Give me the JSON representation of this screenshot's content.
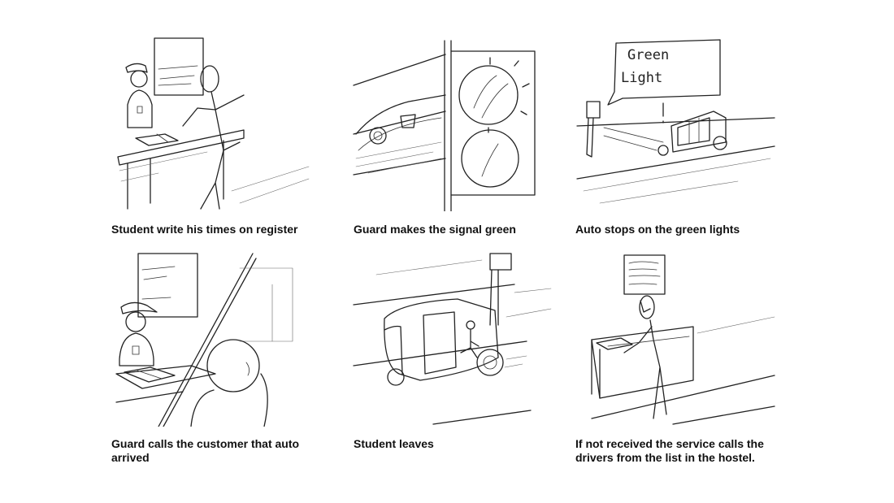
{
  "panels": [
    {
      "caption": "Student write his times on register"
    },
    {
      "caption": "Guard makes the signal green"
    },
    {
      "caption": "Auto stops on the green lights",
      "speech_bubble": [
        "Green",
        "Light"
      ]
    },
    {
      "caption": "Guard calls the customer that auto arrived"
    },
    {
      "caption": "Student leaves"
    },
    {
      "caption": "If not received the service calls the drivers from the list in the hostel."
    }
  ]
}
